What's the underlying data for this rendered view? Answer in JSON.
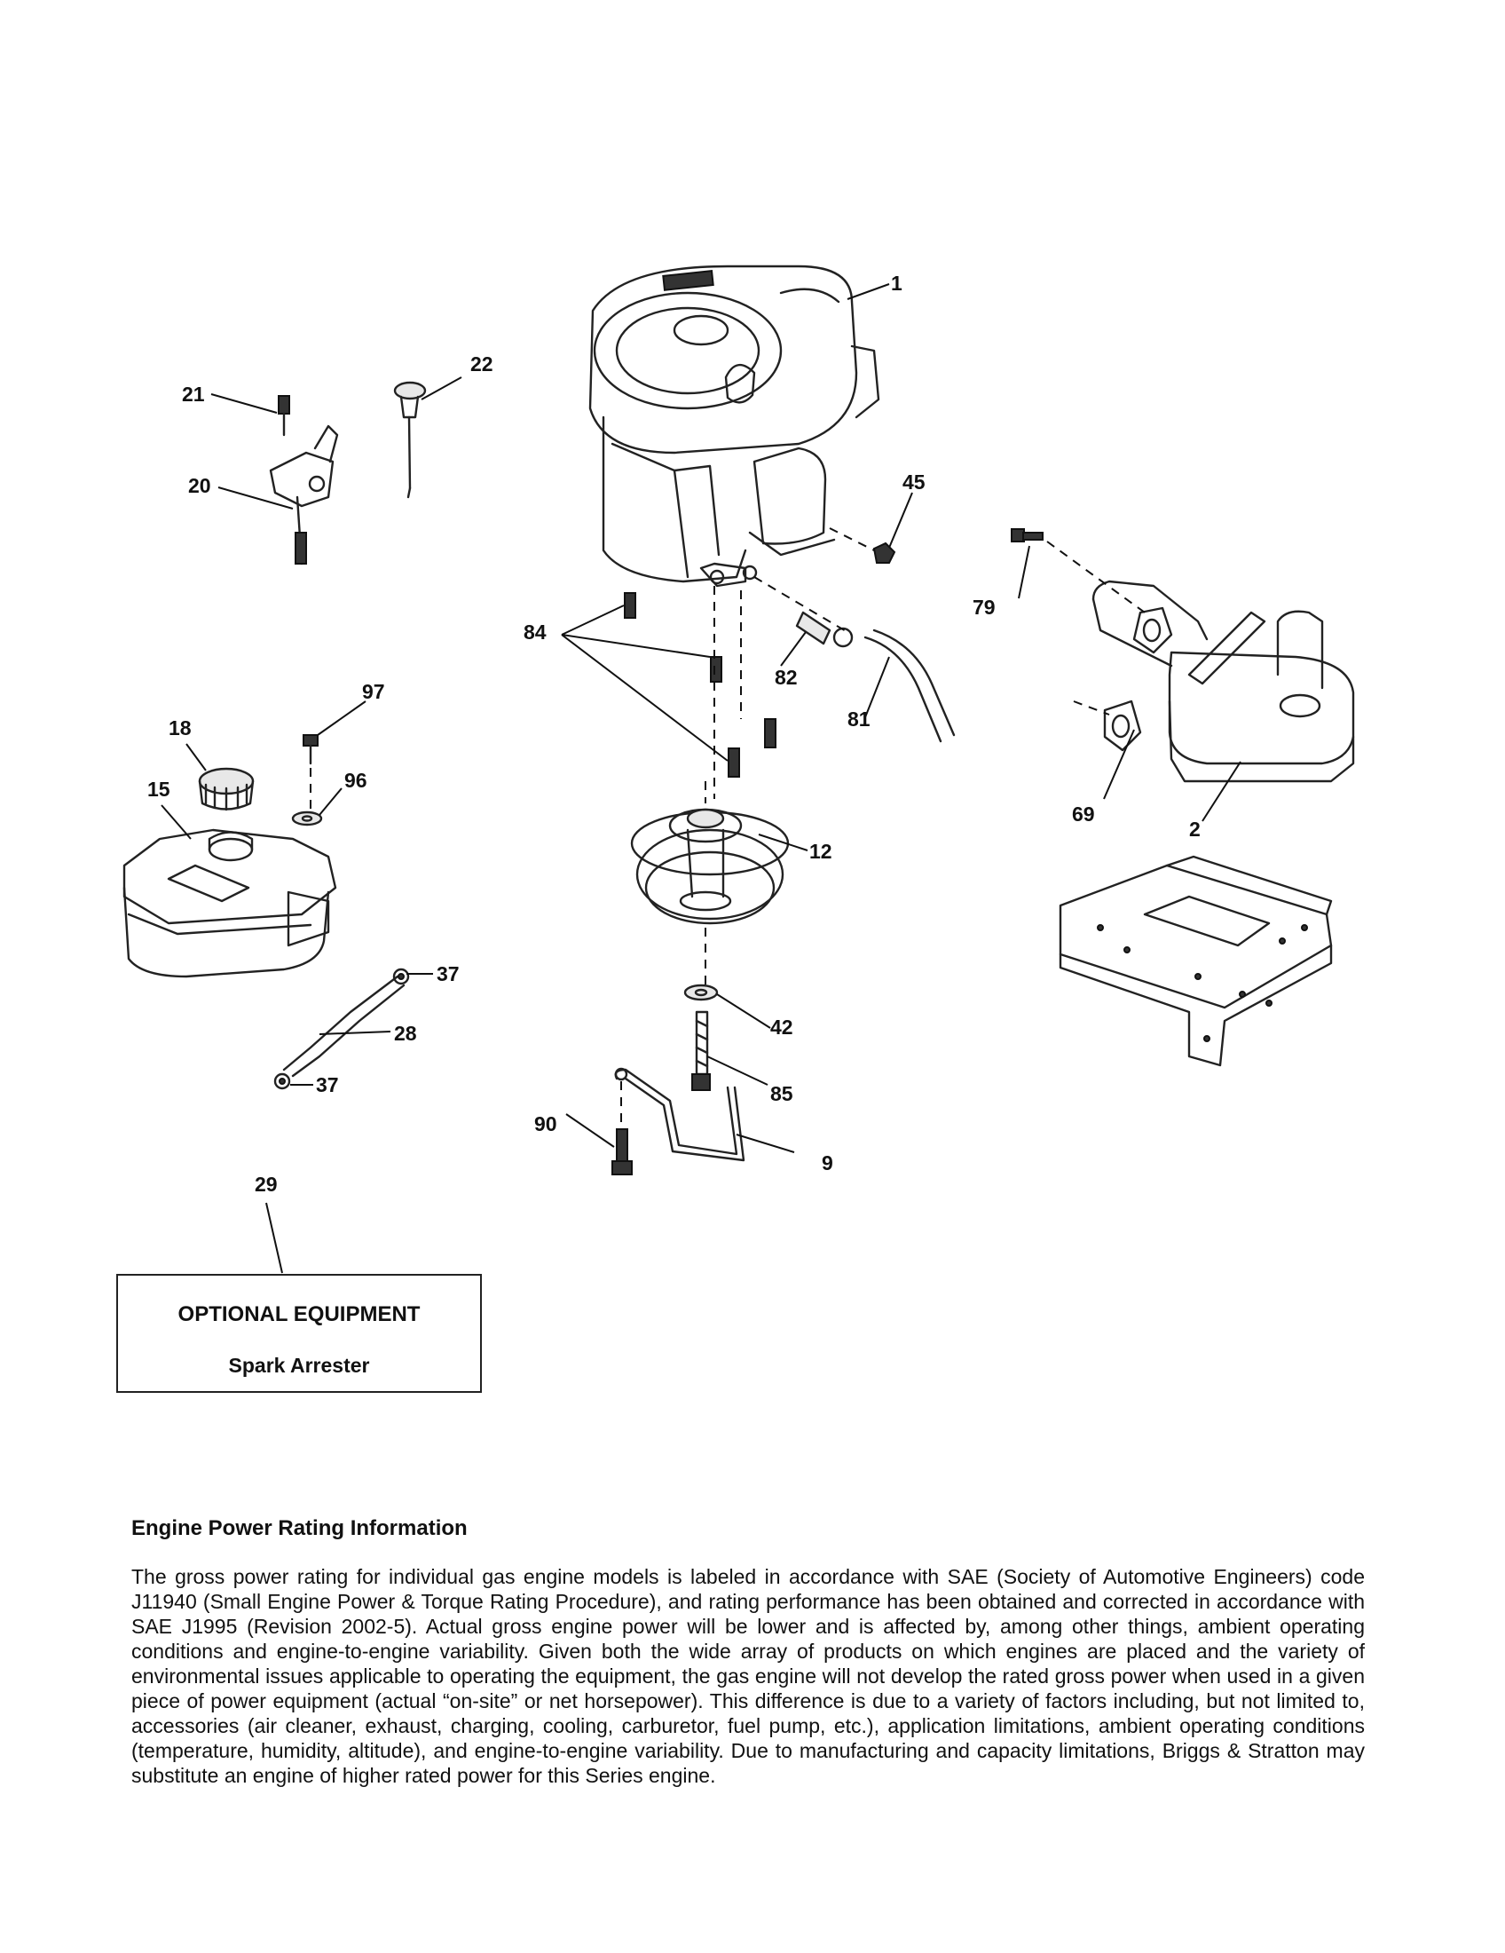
{
  "callouts": {
    "c1": "1",
    "c2": "2",
    "c9": "9",
    "c12": "12",
    "c15": "15",
    "c18": "18",
    "c20": "20",
    "c21": "21",
    "c22": "22",
    "c28": "28",
    "c29": "29",
    "c37a": "37",
    "c37b": "37",
    "c42": "42",
    "c45": "45",
    "c69": "69",
    "c79": "79",
    "c81": "81",
    "c82": "82",
    "c84": "84",
    "c85": "85",
    "c90": "90",
    "c96": "96",
    "c97": "97"
  },
  "optional_equipment": {
    "title": "OPTIONAL EQUIPMENT",
    "item": "Spark Arrester"
  },
  "rating_info": {
    "heading": "Engine Power Rating Information",
    "body": "The gross power rating for individual gas engine models is labeled in accordance with SAE (Society of Automotive Engineers) code J11940 (Small Engine Power & Torque Rating Procedure), and rating performance has been obtained and corrected in accordance with SAE J1995 (Revision 2002-5). Actual gross engine power will be lower and is affected by, among other things, ambient operating conditions and engine-to-engine variability. Given both the wide array of products on which engines are placed and the variety of environmental issues applicable to operating the equipment, the gas engine will not develop the rated gross power when used in a given piece of power equipment (actual “on-site” or net horsepower). This difference is due to a variety of factors including, but not limited to, accessories (air cleaner, exhaust, charging, cooling, carburetor, fuel pump, etc.), application limitations, ambient operating conditions (temperature, humidity, altitude), and engine-to-engine variability. Due to manufacturing and capacity limitations, Briggs & Stratton may substitute an engine of higher rated power for this Series engine."
  }
}
